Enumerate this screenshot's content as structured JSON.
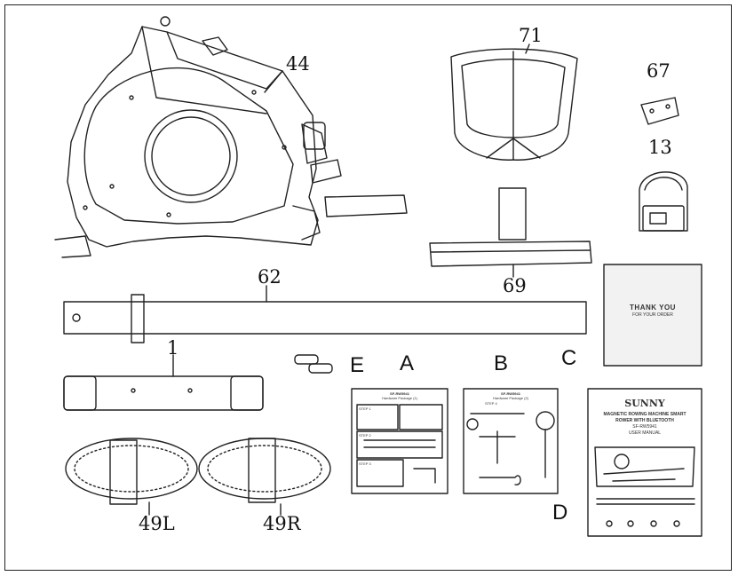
{
  "callouts": {
    "monitor_frame": "44",
    "seat": "71",
    "bracket": "67",
    "monitor": "13",
    "rail": "62",
    "rear_stabilizer": "69",
    "front_stabilizer": "1",
    "pedal_left": "49L",
    "pedal_right": "49R",
    "caps": "E",
    "hardware_pack_a": "A",
    "hardware_pack_b": "B",
    "thank_you_card": "C",
    "user_manual": "D"
  },
  "thank_you_card": {
    "title": "THANK YOU",
    "subtitle": "FOR YOUR ORDER"
  },
  "hardware_a": {
    "header": "SF-RW5941",
    "subheader": "Hardware Package (1)",
    "step1": "STEP 1",
    "step2": "STEP 2",
    "step3": "STEP 3"
  },
  "hardware_b": {
    "header": "SF-RW5941",
    "subheader": "Hardware Package (2)",
    "step1": "STEP 4"
  },
  "manual": {
    "brand": "SUNNY",
    "title_line1": "MAGNETIC ROWING MACHINE SMART",
    "title_line2": "ROWER WITH BLUETOOTH",
    "model": "SF-RW5941",
    "doc": "USER MANUAL"
  }
}
